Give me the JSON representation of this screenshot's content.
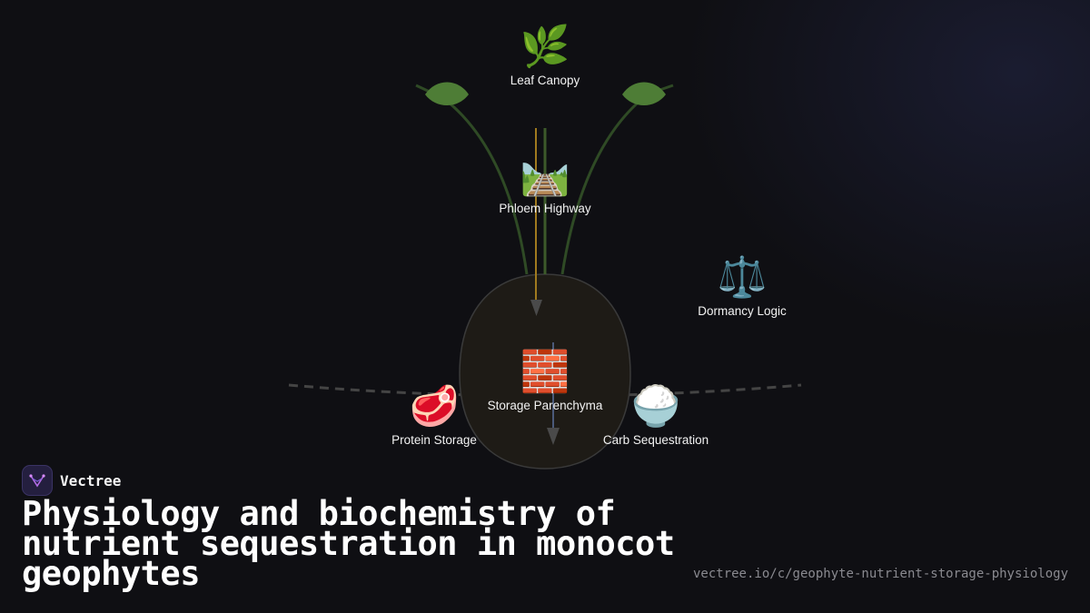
{
  "brand": {
    "name": "Vectree"
  },
  "title": "Physiology and biochemistry of nutrient sequestration in monocot geophytes",
  "url": "vectree.io/c/geophyte-nutrient-storage-physiology",
  "nodes": {
    "leaf_canopy": {
      "label": "Leaf Canopy",
      "icon": "🌿",
      "icon_name": "herb-icon"
    },
    "phloem_highway": {
      "label": "Phloem Highway",
      "icon": "🛤️",
      "icon_name": "railway-track-icon"
    },
    "dormancy_logic": {
      "label": "Dormancy Logic",
      "icon": "⚖️",
      "icon_name": "balance-scale-icon"
    },
    "storage_parenchyma": {
      "label": "Storage Parenchyma",
      "icon": "🧱",
      "icon_name": "brick-icon"
    },
    "protein_storage": {
      "label": "Protein Storage",
      "icon": "🥩",
      "icon_name": "meat-icon"
    },
    "carb_sequestration": {
      "label": "Carb Sequestration",
      "icon": "🍚",
      "icon_name": "rice-bowl-icon"
    }
  },
  "colors": {
    "background": "#0f0f13",
    "leaf": "#4e7d36",
    "stem": "#2f4a25",
    "bulb_fill": "#1e1b16",
    "bulb_stroke": "#3a3a3a",
    "sugar_flow": "#a07a1f",
    "downward_flow": "#4b5a7a",
    "ground_line": "#444444"
  }
}
